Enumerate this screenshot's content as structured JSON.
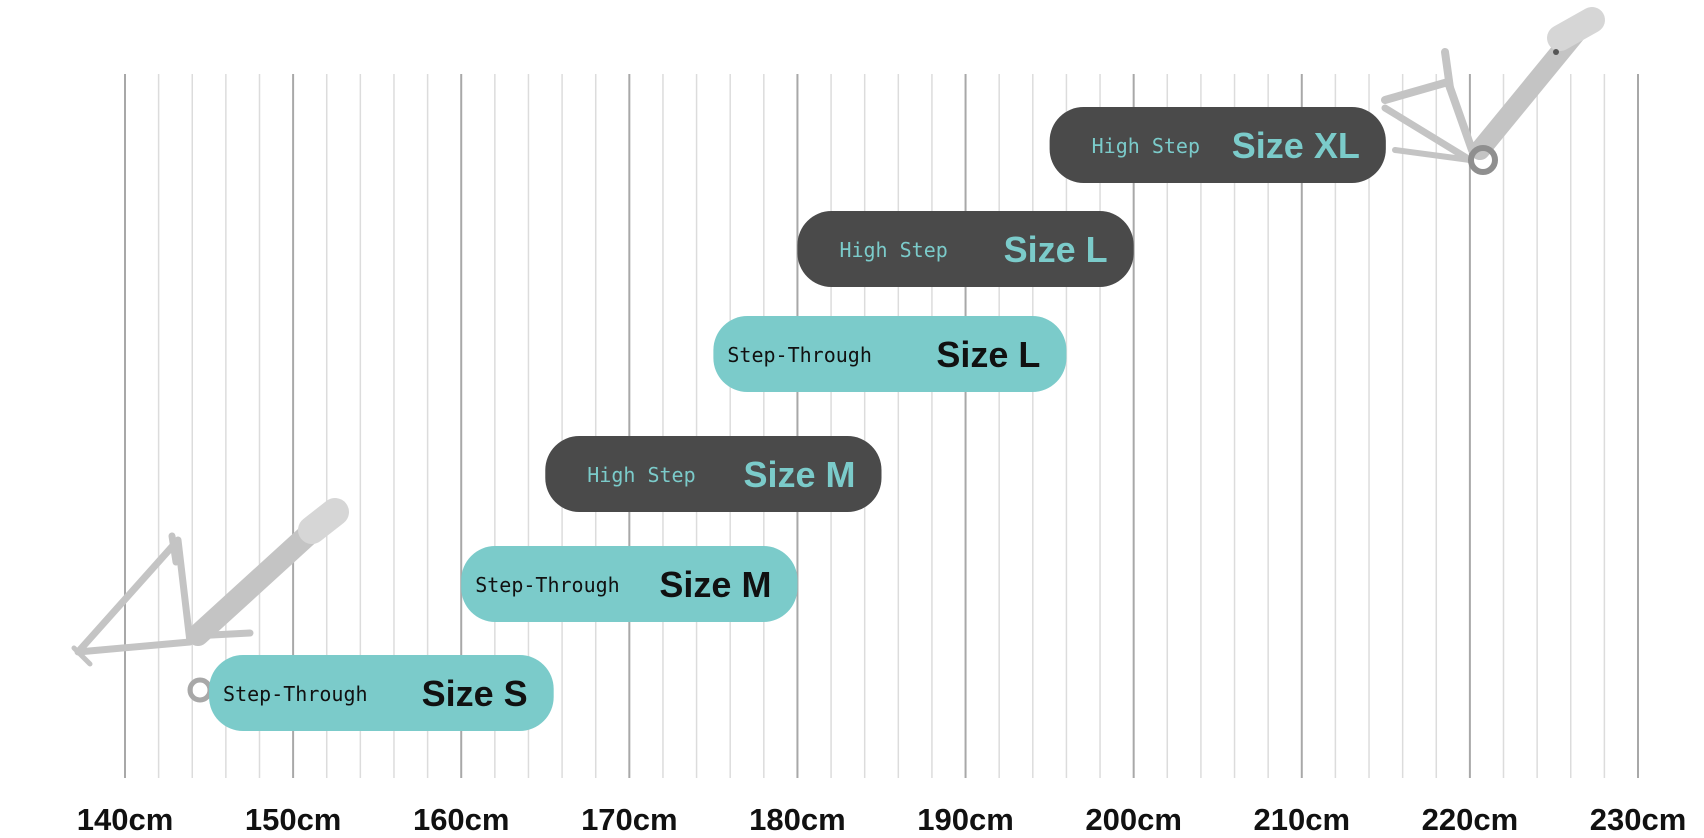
{
  "chart_data": {
    "type": "bar",
    "orientation": "horizontal-range",
    "title": "",
    "xlabel": "",
    "ylabel": "",
    "xlim": [
      140,
      230
    ],
    "x_ticks": [
      140,
      150,
      160,
      170,
      180,
      190,
      200,
      210,
      220,
      230
    ],
    "x_tick_labels": [
      "140cm",
      "150cm",
      "160cm",
      "170cm",
      "180cm",
      "190cm",
      "200cm",
      "210cm",
      "220cm",
      "230cm"
    ],
    "minor_grid_step": 2,
    "grid": true,
    "colors": {
      "step_through": "#7bcbca",
      "high_step": "#4a4a4a",
      "step_through_text": "#111111",
      "high_step_text": "#7bcbca",
      "major_grid": "#a8a8a8",
      "minor_grid": "#dcdcdc"
    },
    "series": [
      {
        "frame": "Step-Through",
        "size": "Size S",
        "min": 145,
        "max": 165.5
      },
      {
        "frame": "Step-Through",
        "size": "Size M",
        "min": 160,
        "max": 180
      },
      {
        "frame": "High Step",
        "size": "Size M",
        "min": 165,
        "max": 185
      },
      {
        "frame": "Step-Through",
        "size": "Size L",
        "min": 175,
        "max": 196
      },
      {
        "frame": "High Step",
        "size": "Size L",
        "min": 180,
        "max": 200
      },
      {
        "frame": "High Step",
        "size": "Size XL",
        "min": 195,
        "max": 215
      }
    ],
    "illustrations": [
      "step-through-frame-icon",
      "high-step-frame-icon"
    ]
  }
}
